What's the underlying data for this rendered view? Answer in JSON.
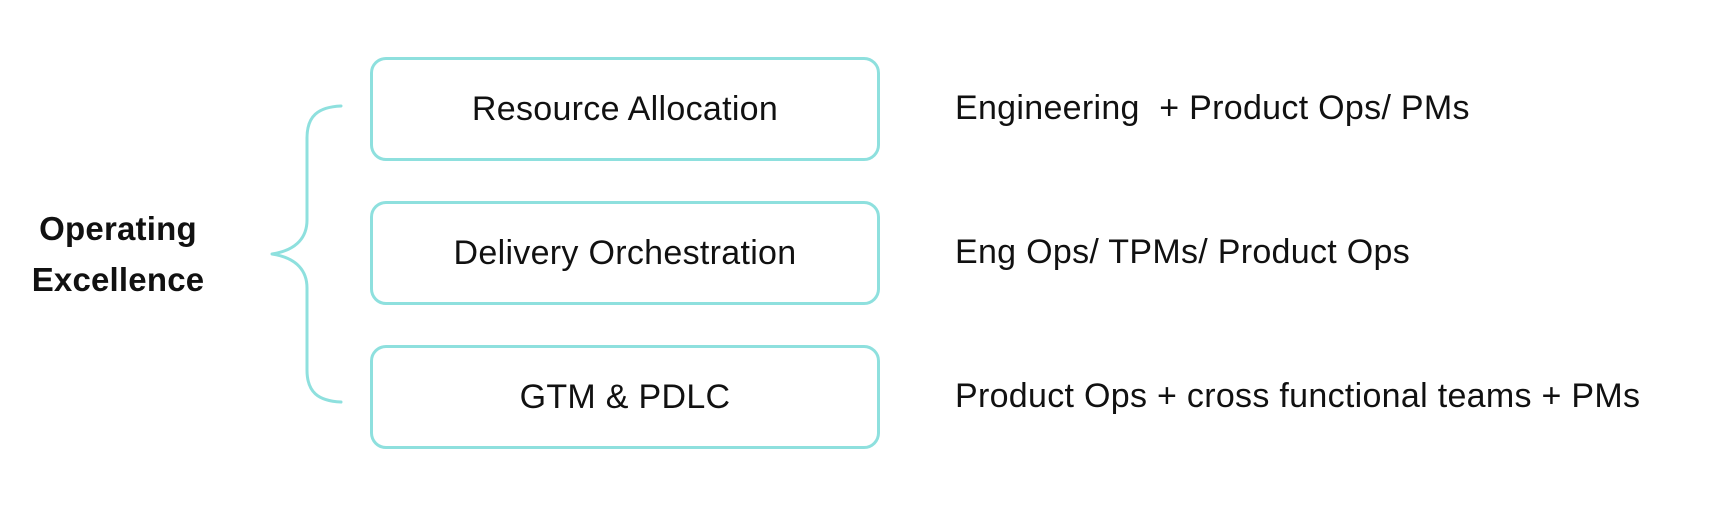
{
  "diagram": {
    "root": {
      "lines": [
        "Operating",
        "Excellence"
      ]
    },
    "branches": [
      {
        "label": "Resource Allocation",
        "owners": "Engineering  + Product Ops/ PMs"
      },
      {
        "label": "Delivery Orchestration",
        "owners": "Eng Ops/ TPMs/ Product Ops"
      },
      {
        "label": "GTM & PDLC",
        "owners": "Product Ops + cross functional teams + PMs"
      }
    ],
    "colors": {
      "accent": "#8ee0de",
      "text": "#111111",
      "background": "#ffffff"
    },
    "icons": {
      "brace": "curly-brace-connector"
    }
  }
}
